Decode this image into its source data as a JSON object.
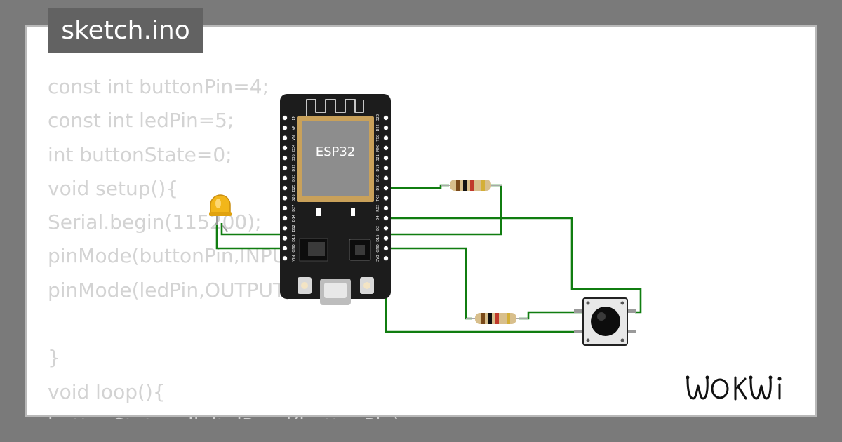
{
  "editor": {
    "file_tab": "sketch.ino",
    "code_lines": [
      "const int buttonPin=4;",
      "const int ledPin=5;",
      "int buttonState=0;",
      "void setup(){",
      "Serial.begin(115200);",
      "pinMode(buttonPin,INPUT);",
      "pinMode(ledPin,OUTPUT);",
      "",
      "}",
      "void loop(){",
      "buttonState=digitalRead(buttonPin);"
    ]
  },
  "board": {
    "chip_label": "ESP32",
    "left_pins": [
      "EN",
      "VP",
      "VN",
      "D34",
      "D35",
      "D32",
      "D33",
      "D25",
      "D26",
      "D27",
      "D14",
      "D12",
      "D13",
      "GND",
      "VIN"
    ],
    "right_pins": [
      "D23",
      "D22",
      "TX0",
      "RX0",
      "D21",
      "D19",
      "D18",
      "D5",
      "TX2",
      "RX2",
      "D4",
      "D2",
      "D15",
      "GND",
      "3V3"
    ]
  },
  "brand": {
    "logo_text": "WOKWI"
  },
  "colors": {
    "background": "#7a7a7a",
    "card": "#ffffff",
    "tab": "#626262",
    "code_text": "#d3d3d3",
    "wire": "#107d10",
    "board": "#1c1c1c",
    "led": "#f2b61a"
  }
}
